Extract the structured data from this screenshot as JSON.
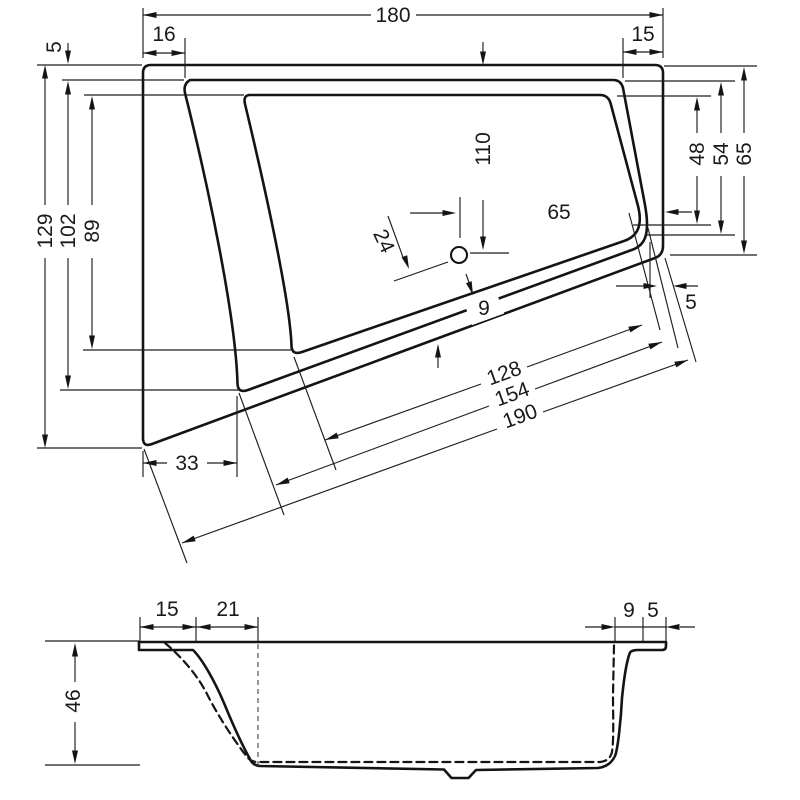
{
  "drawing": {
    "type": "bathtub-technical-drawing",
    "line_color": "#141414",
    "background": "#ffffff",
    "plan": {
      "width_total": "180",
      "rim_left": "16",
      "rim_right": "15",
      "rim_gap": "5",
      "depth_total": "129",
      "depth_mid": "102",
      "depth_basin": "89",
      "offset_bottom_left": "33",
      "drain_from_top": "110",
      "drain_from_right": "65",
      "drain_to_edge": "24",
      "wall_gap": "9",
      "corner_gap": "5",
      "slant_basin": "128",
      "slant_mid": "154",
      "slant_total": "190",
      "right_basin": "48",
      "right_mid": "54",
      "right_total": "65"
    },
    "section": {
      "rim_width": "15",
      "slope_width": "21",
      "depth": "46",
      "wall_inner": "9",
      "wall_rim": "5"
    }
  }
}
